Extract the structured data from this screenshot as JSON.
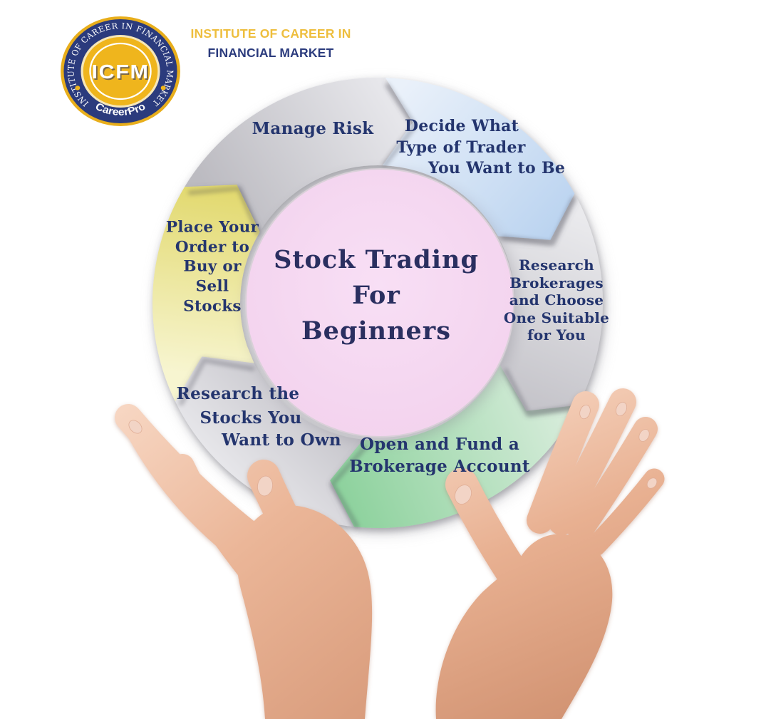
{
  "brand": {
    "logo": {
      "monogram": "ICFM",
      "ring_text": "INSTITUTE OF CAREER IN FINANCIAL MARKET",
      "banner_text": "CareerPro"
    },
    "name_line1": "INSTITUTE OF CAREER IN",
    "name_line2": "FINANCIAL MARKET"
  },
  "diagram": {
    "title_lines": [
      "Stock Trading",
      "For",
      "Beginners"
    ],
    "steps": [
      {
        "id": "decide-trader-type",
        "lines": [
          "Decide What",
          "Type of Trader",
          "You Want to Be"
        ],
        "color": "#C9DBF3"
      },
      {
        "id": "research-brokerages",
        "lines": [
          "Research",
          "Brokerages",
          "and Choose",
          "One Suitable",
          "for You"
        ],
        "color": "#D8D7DC"
      },
      {
        "id": "open-fund-account",
        "lines": [
          "Open and Fund a",
          "Brokerage Account"
        ],
        "color": "#A9DCB4"
      },
      {
        "id": "research-stocks",
        "lines": [
          "Research the",
          "Stocks You",
          "Want to Own"
        ],
        "color": "#D8D7DC"
      },
      {
        "id": "place-order",
        "lines": [
          "Place Your",
          "Order to",
          "Buy or",
          "Sell",
          "Stocks"
        ],
        "color": "#ECE48D"
      },
      {
        "id": "manage-risk",
        "lines": [
          "Manage Risk"
        ],
        "color": "#D8D7DC"
      }
    ]
  },
  "colors": {
    "navy_text": "#24356E",
    "title_text": "#2A2F60",
    "brand_gold": "#EEBE3D",
    "brand_navy": "#2B3B7D",
    "logo_gold": "#EFB51D",
    "center_pink": "#F6D7F2",
    "background": "#FFFFFF"
  }
}
